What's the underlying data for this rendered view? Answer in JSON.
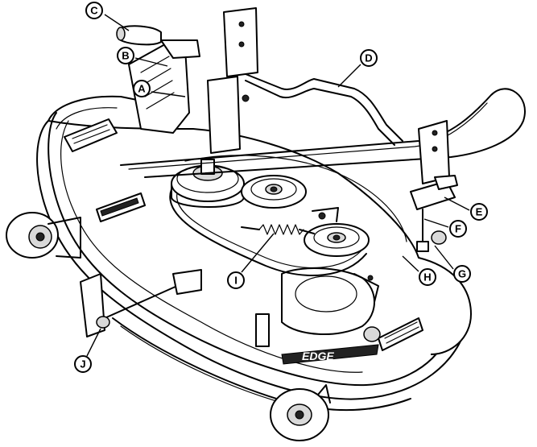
{
  "diagram": {
    "logo_text": "EDGE",
    "callouts": [
      {
        "id": "C",
        "label": "C"
      },
      {
        "id": "B",
        "label": "B"
      },
      {
        "id": "A",
        "label": "A"
      },
      {
        "id": "D",
        "label": "D"
      },
      {
        "id": "E",
        "label": "E"
      },
      {
        "id": "F",
        "label": "F"
      },
      {
        "id": "G",
        "label": "G"
      },
      {
        "id": "H",
        "label": "H"
      },
      {
        "id": "I",
        "label": "I"
      },
      {
        "id": "J",
        "label": "J"
      }
    ]
  }
}
